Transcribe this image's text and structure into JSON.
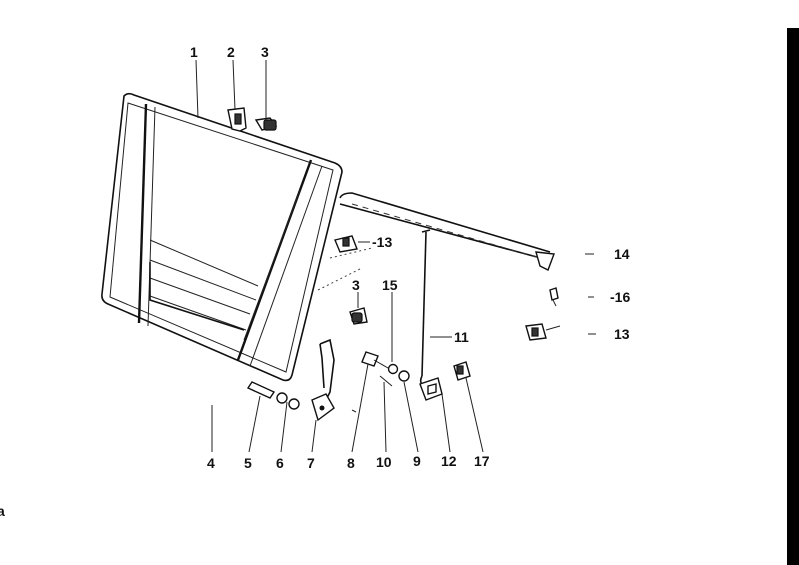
{
  "callouts": {
    "c1": "1",
    "c2": "2",
    "c3a": "3",
    "c3b": "3",
    "c4": "4",
    "c5": "5",
    "c6": "6",
    "c7": "7",
    "c8": "8",
    "c9": "9",
    "c10": "10",
    "c11": "11",
    "c12": "12",
    "c13a": "-13",
    "c13b": "13",
    "c14": "14",
    "c15": "15",
    "c16": "-16",
    "c17": "17"
  },
  "margin_mark": "a"
}
